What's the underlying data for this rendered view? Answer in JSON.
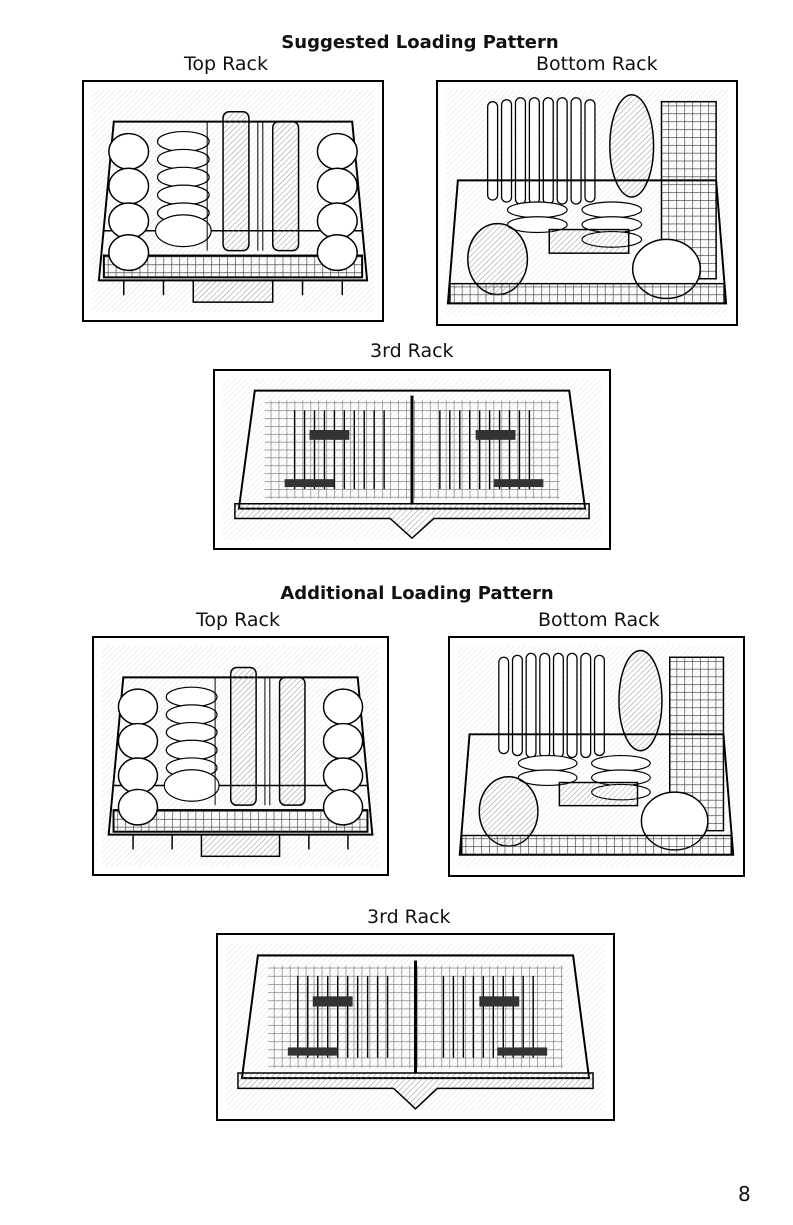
{
  "sections": [
    {
      "heading": "Suggested Loading Pattern",
      "top_rack_label": "Top Rack",
      "bottom_rack_label": "Bottom Rack",
      "third_rack_label": "3rd Rack"
    },
    {
      "heading": "Additional Loading Pattern",
      "top_rack_label": "Top Rack",
      "bottom_rack_label": "Bottom Rack",
      "third_rack_label": "3rd Rack"
    }
  ],
  "page_number": "8"
}
